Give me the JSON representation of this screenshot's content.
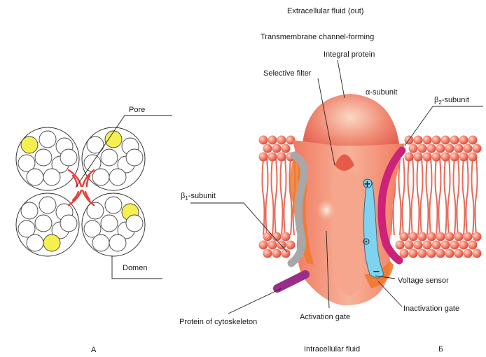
{
  "panel_a": {
    "label": "A",
    "pore": "Pore",
    "domain": "Domen"
  },
  "panel_b": {
    "label": "Б",
    "top": "Extracellular fluid (out)",
    "channel_line1": "Transmembrane channel-forming",
    "channel_line2": "Integral protein",
    "selective_filter": "Selective filter",
    "alpha": "α-subunit",
    "beta2_main": "β",
    "beta2_sub": "2",
    "beta2_tail": "-subunit",
    "beta1_main": "β",
    "beta1_sub": "1",
    "beta1_tail": "-subunit",
    "voltage_sensor": "Voltage sensor",
    "inactivation_gate": "Inactivation gate",
    "activation_gate": "Activation gate",
    "cytoskeleton": "Protein of cytoskeleton",
    "bottom": "Intracellular fluid",
    "sensor_plus": "+",
    "sensor_minus": "−"
  },
  "colors": {
    "membrane": "#e8574a",
    "protein": "#f0957d",
    "yellow": "#f5f050",
    "beta2": "#cc2277",
    "beta1": "#a8a8a8",
    "sensor": "#7fd3ee",
    "cytoskeleton": "#9a2d88"
  }
}
